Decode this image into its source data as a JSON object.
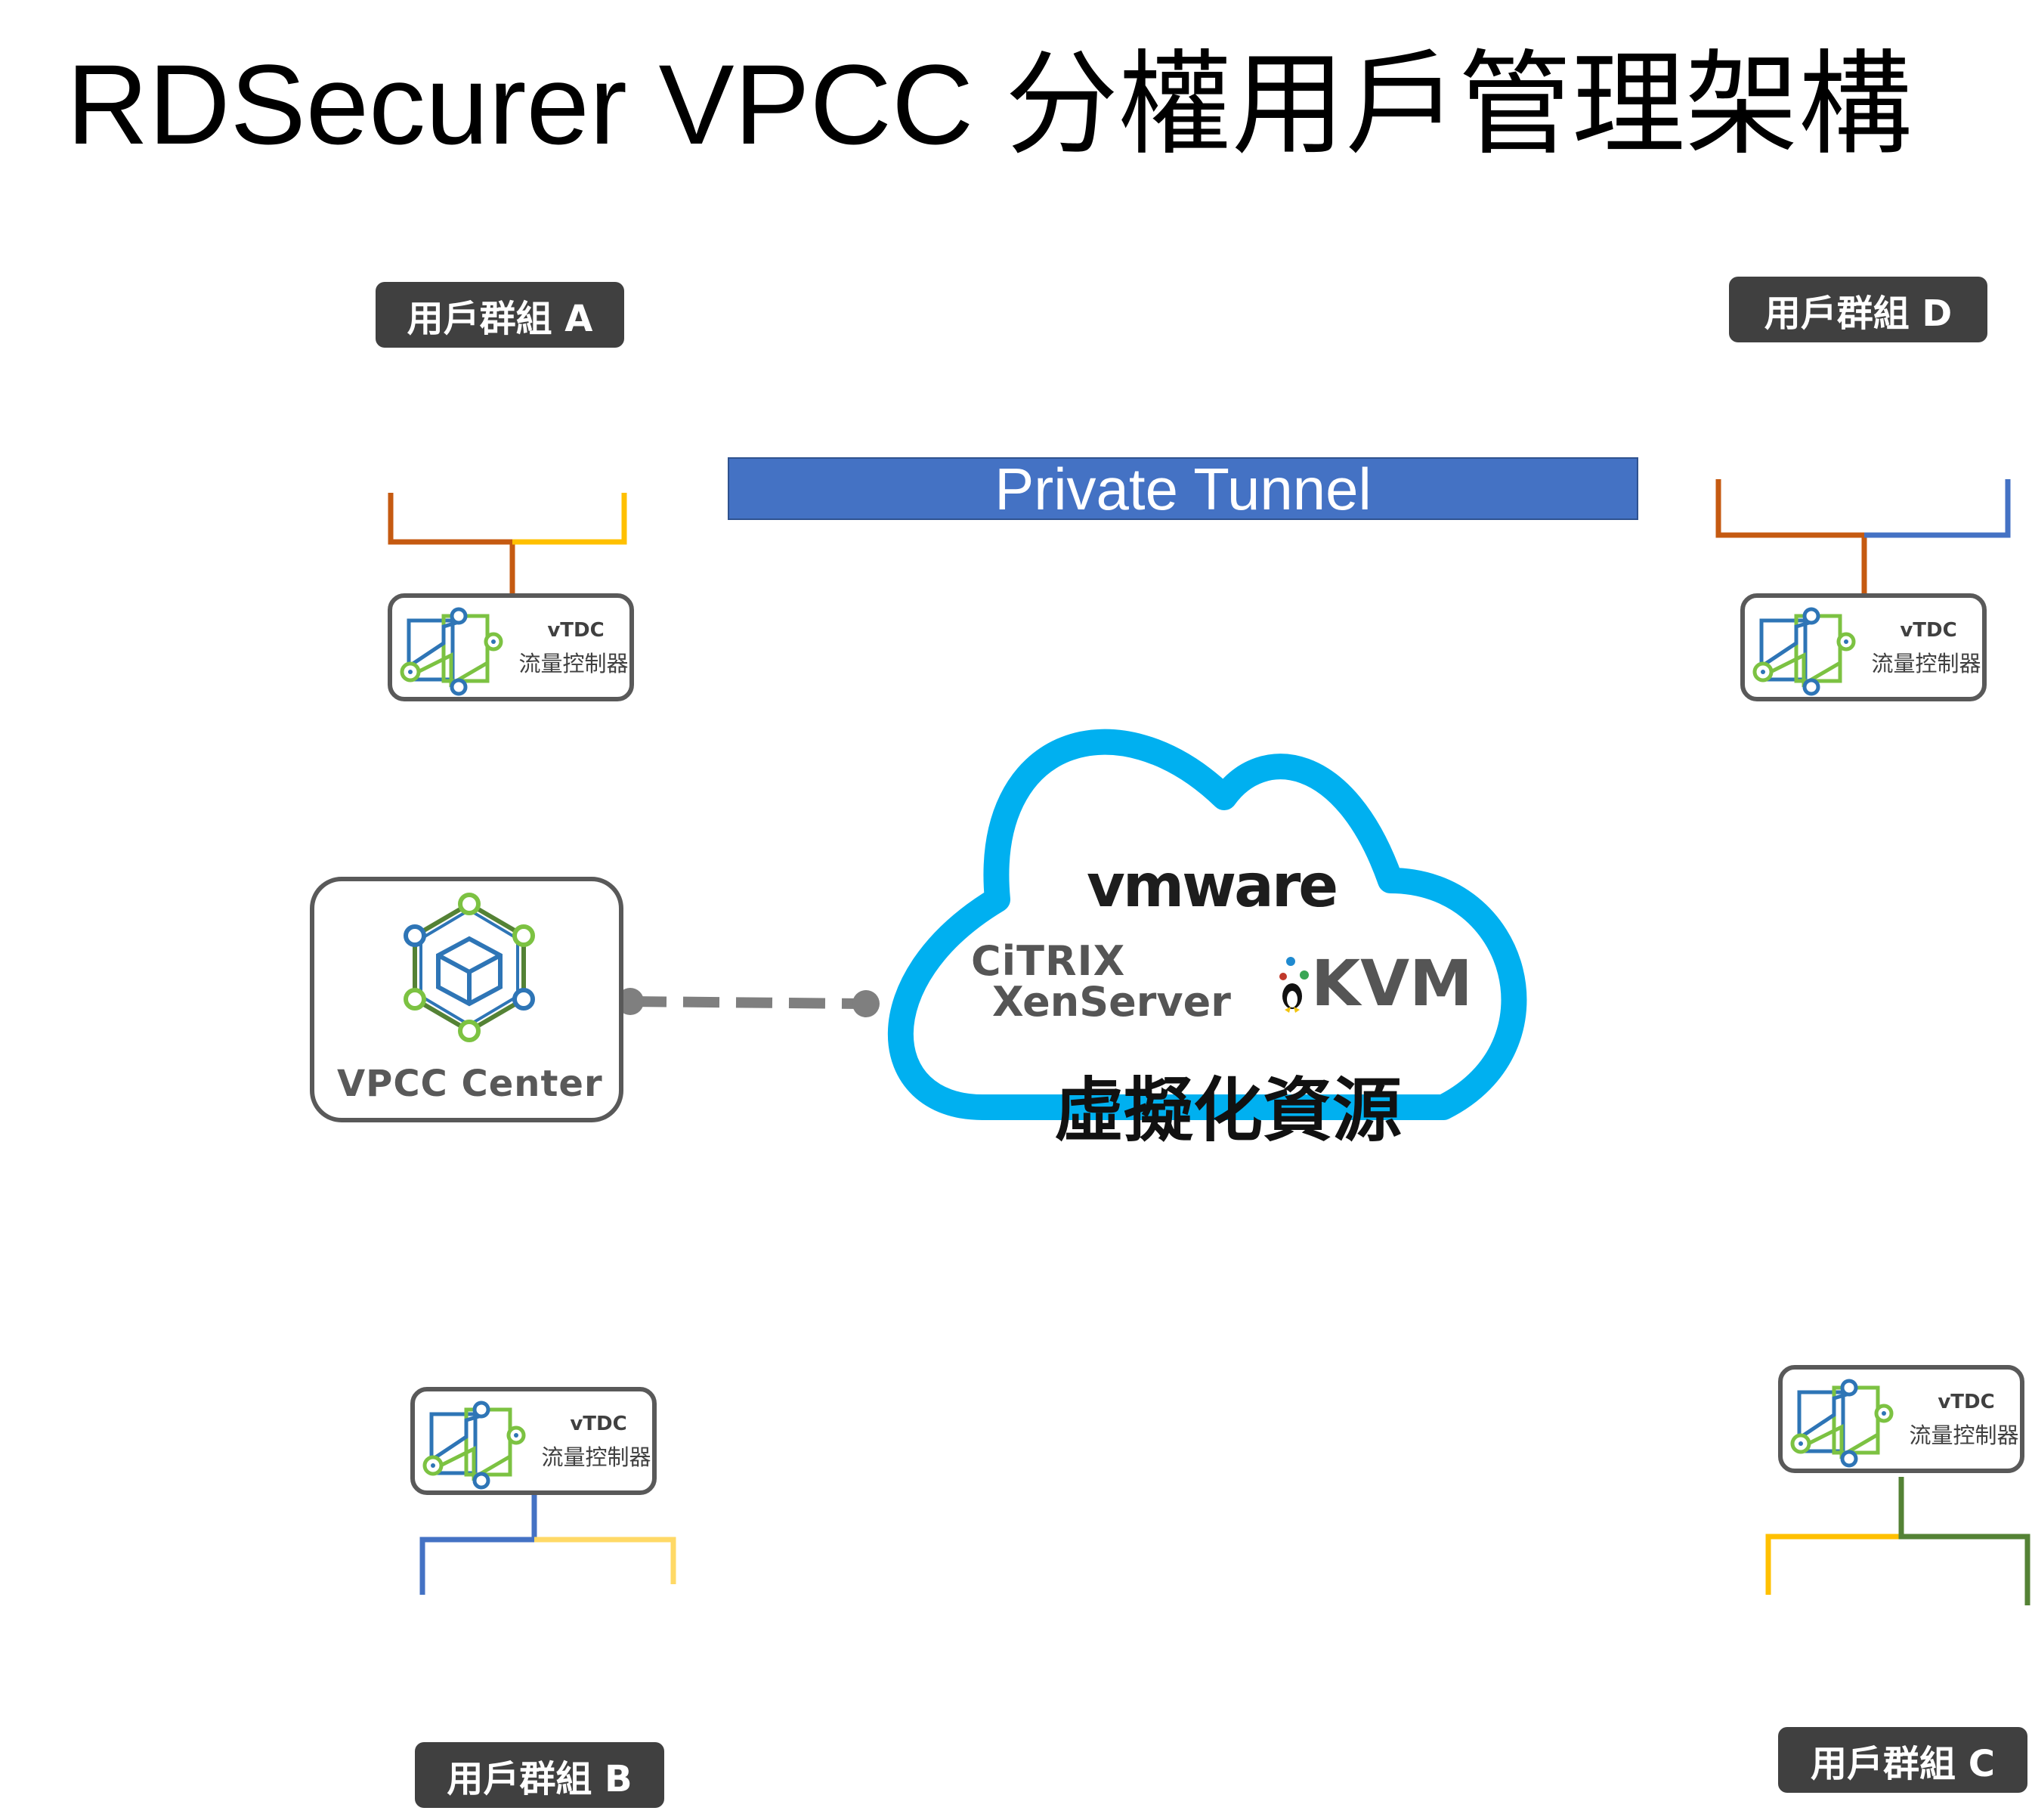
{
  "title": "RDSecurer VPCC 分權用戶管理架構",
  "tunnel_label": "Private Tunnel",
  "groups": {
    "a": "用戶群組 A",
    "b": "用戶群組 B",
    "c": "用戶群組 C",
    "d": "用戶群組 D"
  },
  "vtdc": {
    "line1": "vTDC",
    "line2": "流量控制器"
  },
  "center_label": "VPCC  Center",
  "cloud": {
    "vmware": "vmware",
    "citrix": "CiTRIX",
    "xenserver": "XenServer",
    "kvm": "KVM",
    "label": "虛擬化資源"
  },
  "colors": {
    "orange": "#c55a11",
    "yellow": "#ffc000",
    "light_yellow": "#ffd966",
    "blue": "#4472c4",
    "green": "#548235",
    "cloud_blue": "#00b0f0",
    "label_bg": "#404040"
  }
}
